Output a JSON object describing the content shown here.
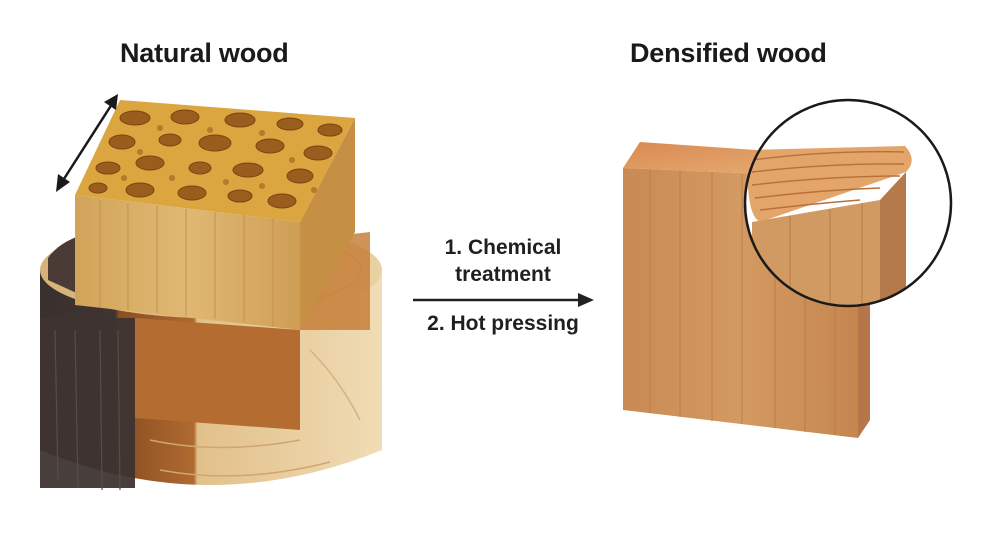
{
  "labels": {
    "left_title": "Natural wood",
    "right_title": "Densified wood"
  },
  "process": {
    "step1_line1": "1. Chemical",
    "step1_line2": "treatment",
    "step2": "2. Hot pressing"
  },
  "colors": {
    "light_wood": "#e8c98f",
    "honey_wood": "#c8893f",
    "dark_bark": "#3d3230",
    "densified_wood": "#c98a4f",
    "arrow": "#222222"
  }
}
